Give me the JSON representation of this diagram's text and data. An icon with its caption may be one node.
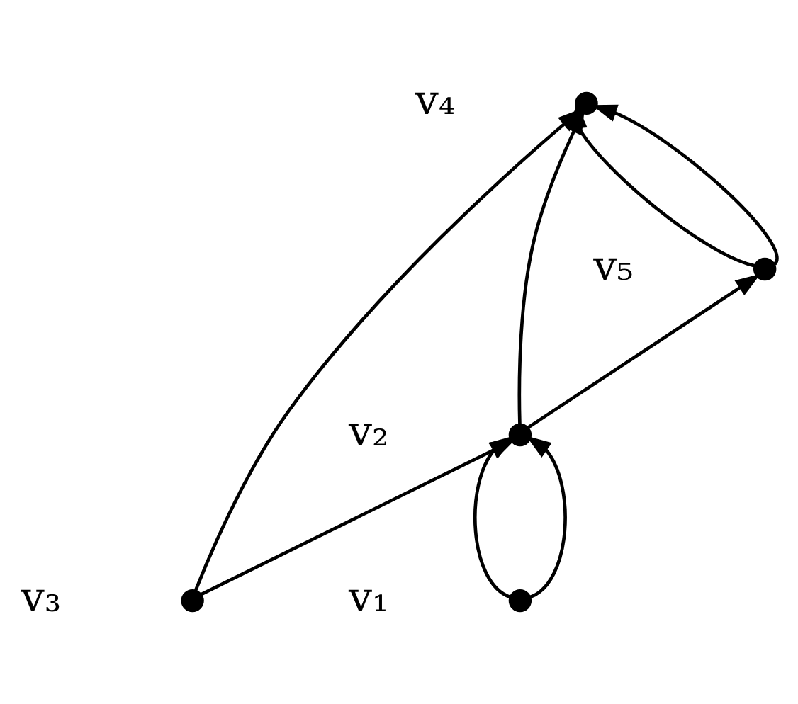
{
  "diagram": {
    "nodes": [
      {
        "text": [],
        "shape": "circle",
        "beside": [
          "v₄"
        ]
      },
      {
        "text": [],
        "shape": "circle",
        "beside": [
          "v₅"
        ]
      },
      {
        "text": [],
        "shape": "circle",
        "beside": [
          "v₂"
        ]
      },
      {
        "text": [],
        "shape": "circle",
        "beside": [
          "v₃"
        ]
      },
      {
        "text": [],
        "shape": "circle",
        "beside": [
          "v₁"
        ]
      }
    ],
    "edges": [
      {
        "from": 4,
        "to": 2,
        "arrow": "to"
      },
      {
        "from": 4,
        "to": 2,
        "arrow": "to"
      },
      {
        "from": 3,
        "to": 2,
        "arrow": "to"
      },
      {
        "from": 3,
        "to": 0,
        "arrow": "to"
      },
      {
        "from": 2,
        "to": 1,
        "arrow": "to"
      },
      {
        "from": 1,
        "to": 0,
        "arrow": "to"
      },
      {
        "from": 1,
        "to": 0,
        "arrow": "to"
      },
      {
        "from": 2,
        "to": 0,
        "arrow": "to"
      }
    ]
  }
}
